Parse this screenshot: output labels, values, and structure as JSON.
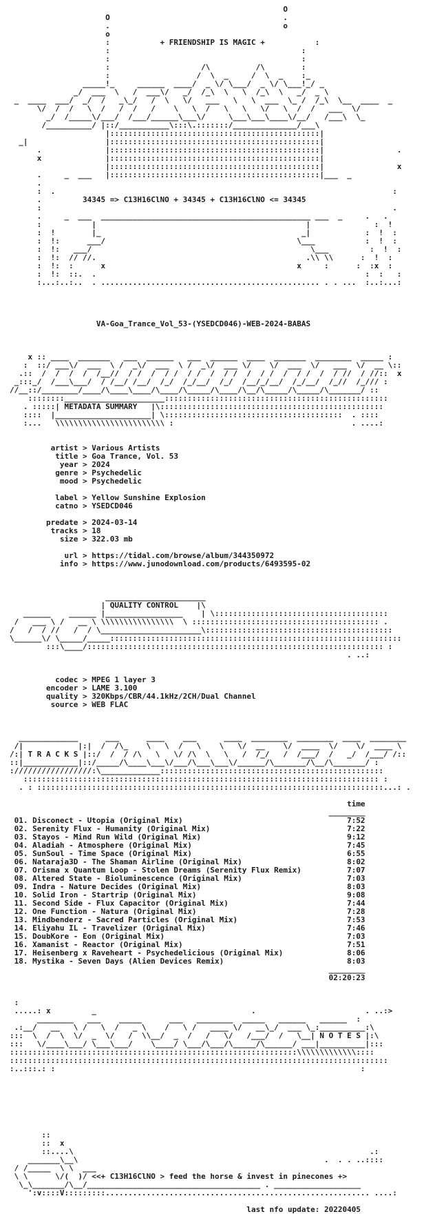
{
  "document": {
    "header": {
      "text": "+ FRIENDSHIP IS MAGIC +"
    },
    "formula_banner": {
      "text": "34345 => C13H16ClNO + 34345 + C13H16ClNO <= 34345"
    },
    "release_name": "VA-Goa_Trance_Vol_53-(YSEDCD046)-WEB-2024-BABAS",
    "sections": {
      "metadata": "METADATA SUMMARY",
      "quality": "QUALITY CONTROL",
      "tracks": "T R A C K S",
      "notes": "N O T E S"
    },
    "metadata": {
      "artist": "Various Artists",
      "title": "Goa Trance, Vol. 53",
      "year": "2024",
      "genre": "Psychedelic",
      "mood": "Psychedelic",
      "label": "Yellow Sunshine Explosion",
      "catno": "YSEDCD046",
      "predate": "2024-03-14",
      "tracks": "18",
      "size": "322.03 mb",
      "url": "https://tidal.com/browse/album/344350972",
      "info": "https://www.junodownload.com/products/6493595-02"
    },
    "quality": {
      "codec": "MPEG 1 layer 3",
      "encoder": "LAME 3.100",
      "quality": "320Kbps/CBR/44.1kHz/2CH/Dual Channel",
      "source": "WEB FLAC"
    },
    "tracklist": {
      "time_header": "time",
      "items": [
        {
          "no": "01.",
          "title": "Disconect - Utopia (Original Mix)",
          "time": "7:52"
        },
        {
          "no": "02.",
          "title": "Serenity Flux - Humanity (Original Mix)",
          "time": "7:22"
        },
        {
          "no": "03.",
          "title": "Stayos - Mind Run Wild (Original Mix)",
          "time": "9:12"
        },
        {
          "no": "04.",
          "title": "Aladiah - Atmosphere (Original Mix)",
          "time": "7:45"
        },
        {
          "no": "05.",
          "title": "SunSoul - Time Space (Original Mix)",
          "time": "6:55"
        },
        {
          "no": "06.",
          "title": "Nataraja3D - The Shaman Airline (Original Mix)",
          "time": "8:02"
        },
        {
          "no": "07.",
          "title": "Orisma x Quantum Loop - Stolen Dreams (Serenity Flux Remix)",
          "time": "7:07"
        },
        {
          "no": "08.",
          "title": "Altered State - Bioluminescence (Original Mix)",
          "time": "7:03"
        },
        {
          "no": "09.",
          "title": "Indra - Nature Decides (Original Mix)",
          "time": "8:03"
        },
        {
          "no": "10.",
          "title": "Solid Iron - Startrip (Original Mix)",
          "time": "9:08"
        },
        {
          "no": "11.",
          "title": "Second Side - Flux Capacitor (Original Mix)",
          "time": "7:44"
        },
        {
          "no": "12.",
          "title": "One Function - Natura (Original Mix)",
          "time": "7:28"
        },
        {
          "no": "13.",
          "title": "Mindbenderz - Sacred Particles (Original Mix)",
          "time": "7:53"
        },
        {
          "no": "14.",
          "title": "Eliyahu IL - Travelizer (Original Mix)",
          "time": "7:46"
        },
        {
          "no": "15.",
          "title": "DoubKore - Eon (Original Mix)",
          "time": "7:03"
        },
        {
          "no": "16.",
          "title": "Xamanist - Reactor (Original Mix)",
          "time": "7:51"
        },
        {
          "no": "17.",
          "title": "Heisenberg x Raveheart - Psychedelicious (Original Mix)",
          "time": "8:06"
        },
        {
          "no": "18.",
          "title": "Mystika - Seven Days (Alien Devices Remix)",
          "time": "8:03"
        }
      ],
      "total": "02:20:23"
    },
    "footer": {
      "tagline": "<<+ C13H16ClNO > feed the horse & invest in pinecones +>",
      "last_update": "last nfo update: 20220405"
    }
  }
}
